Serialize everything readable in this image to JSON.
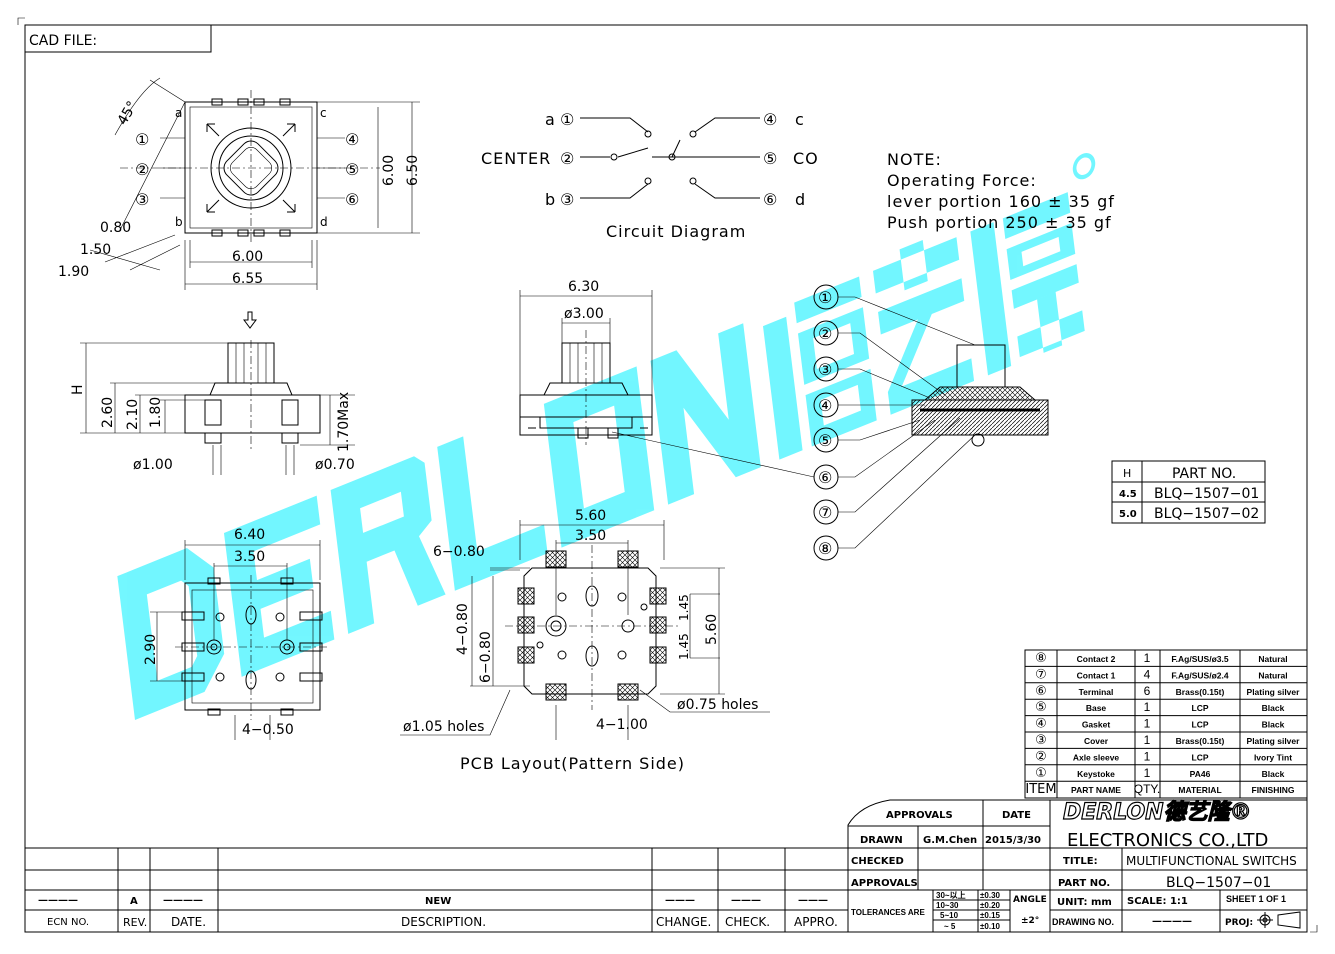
{
  "cad_file_label": "CAD  FILE:",
  "top_view": {
    "angle": "45°",
    "dims": [
      "6.00",
      "6.55",
      "6.00",
      "6.50",
      "0.80",
      "1.50",
      "1.90"
    ],
    "corners": [
      "a",
      "b",
      "c",
      "d"
    ],
    "pins": [
      "①",
      "②",
      "③",
      "④",
      "⑤",
      "⑥"
    ]
  },
  "circuit": {
    "title": "Circuit  Diagram",
    "labels": [
      "a",
      "CENTER",
      "b",
      "c",
      "CO",
      "d"
    ],
    "pins": [
      "①",
      "②",
      "③",
      "④",
      "⑤",
      "⑥"
    ]
  },
  "note": {
    "title": "NOTE:",
    "lines": [
      "Operating  Force:",
      "lever  portion  160  ±  35  gf",
      "Push  portion  250  ±  35  gf"
    ]
  },
  "side_view": {
    "dims": [
      "H",
      "2.60",
      "2.10",
      "1.80",
      "1.70Max",
      "ø1.00",
      "ø0.70"
    ]
  },
  "front_view": {
    "dims": [
      "6.30",
      "ø3.00"
    ]
  },
  "section_balloons": [
    "①",
    "②",
    "③",
    "④",
    "⑤",
    "⑥",
    "⑦",
    "⑧"
  ],
  "part_table": {
    "headers": [
      "H",
      "PART  NO."
    ],
    "rows": [
      [
        "4.5",
        "BLQ−1507−01"
      ],
      [
        "5.0",
        "BLQ−1507−02"
      ]
    ]
  },
  "bottom_view": {
    "dims": [
      "6.40",
      "3.50",
      "2.90",
      "4−0.50"
    ]
  },
  "pcb": {
    "title": "PCB  Layout(Pattern  Side)",
    "dims": [
      "5.60",
      "3.50",
      "6−0.80",
      "4−0.80",
      "6−0.80",
      "1.45",
      "1.45",
      "5.60",
      "4−1.00",
      "ø1.05  holes",
      "ø0.75  holes"
    ]
  },
  "bom": {
    "headers": [
      "ITEM",
      "PART NAME",
      "QTY.",
      "MATERIAL",
      "FINISHING"
    ],
    "rows": [
      [
        "⑧",
        "Contact  2",
        "1",
        "F.Ag/SUS/ø3.5",
        "Natural"
      ],
      [
        "⑦",
        "Contact  1",
        "4",
        "F.Ag/SUS/ø2.4",
        "Natural"
      ],
      [
        "⑥",
        "Terminal",
        "6",
        "Brass(0.15t)",
        "Plating  silver"
      ],
      [
        "⑤",
        "Base",
        "1",
        "LCP",
        "Black"
      ],
      [
        "④",
        "Gasket",
        "1",
        "LCP",
        "Black"
      ],
      [
        "③",
        "Cover",
        "1",
        "Brass(0.15t)",
        "Plating  silver"
      ],
      [
        "②",
        "Axle  sleeve",
        "1",
        "LCP",
        "Ivory  Tint"
      ],
      [
        "①",
        "Keystoke",
        "1",
        "PA46",
        "Black"
      ]
    ]
  },
  "title_block": {
    "approvals_header": "APPROVALS",
    "date_header": "DATE",
    "drawn_label": "DRAWN",
    "drawn_by": "G.M.Chen",
    "drawn_date": "2015/3/30",
    "checked_label": "CHECKED",
    "approvals_label": "APPROVALS",
    "logo": "DERLON德艺隆®",
    "company": "ELECTRONICS  CO.,LTD",
    "title_label": "TITLE:",
    "title": "MULTIFUNCTIONAL  SWITCHS",
    "part_no_label": "PART  NO.",
    "part_no": "BLQ−1507−01",
    "tolerances_label": "TOLERANCES  ARE",
    "tol_ranges": [
      "30~以上",
      "10~30",
      "5~10",
      "~ 5"
    ],
    "tol_values": [
      "±0.30",
      "±0.20",
      "±0.15",
      "±0.10"
    ],
    "angle_label": "ANGLE",
    "angle_value": "±2°",
    "unit": "UNIT:  mm",
    "scale": "SCALE:   1:1",
    "sheet": "SHEET   1  OF  1",
    "drawing_no_label": "DRAWING  NO.",
    "drawing_no": "————",
    "proj_label": "PROJ:"
  },
  "revision": {
    "rev_row": [
      "————",
      "A",
      "————",
      "NEW",
      "———",
      "———",
      "———"
    ],
    "headers": [
      "ECN  NO.",
      "REV.",
      "DATE.",
      "DESCRIPTION.",
      "CHANGE.",
      "CHECK.",
      "APPRO."
    ]
  },
  "watermark": "DERLON德艺隆"
}
